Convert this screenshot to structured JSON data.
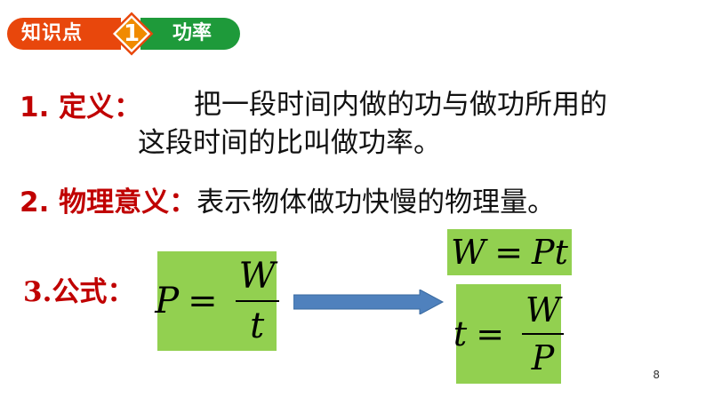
{
  "header": {
    "label": "知识点",
    "number": "1",
    "topic": "功率"
  },
  "definition": {
    "label": "1. 定义：",
    "line1": "把一段时间内做的功与做功所用的",
    "line2": "这段时间的比叫做功率。"
  },
  "meaning": {
    "label": "2. 物理意义：",
    "text": "表示物体做功快慢的物理量。"
  },
  "formula": {
    "label": "3.公式：",
    "main": {
      "lhs": "P",
      "eq": "=",
      "num": "W",
      "den": "t"
    },
    "derived1": {
      "lhs": "W",
      "eq": "=",
      "rhs": "Pt"
    },
    "derived2": {
      "lhs": "t",
      "eq": "=",
      "num": "W",
      "den": "P"
    }
  },
  "colors": {
    "accent_red": "#c00000",
    "badge_orange": "#e8470c",
    "badge_green": "#1e9a3a",
    "formula_box": "#92d050",
    "arrow": "#4f81bd"
  },
  "page_number": "8"
}
